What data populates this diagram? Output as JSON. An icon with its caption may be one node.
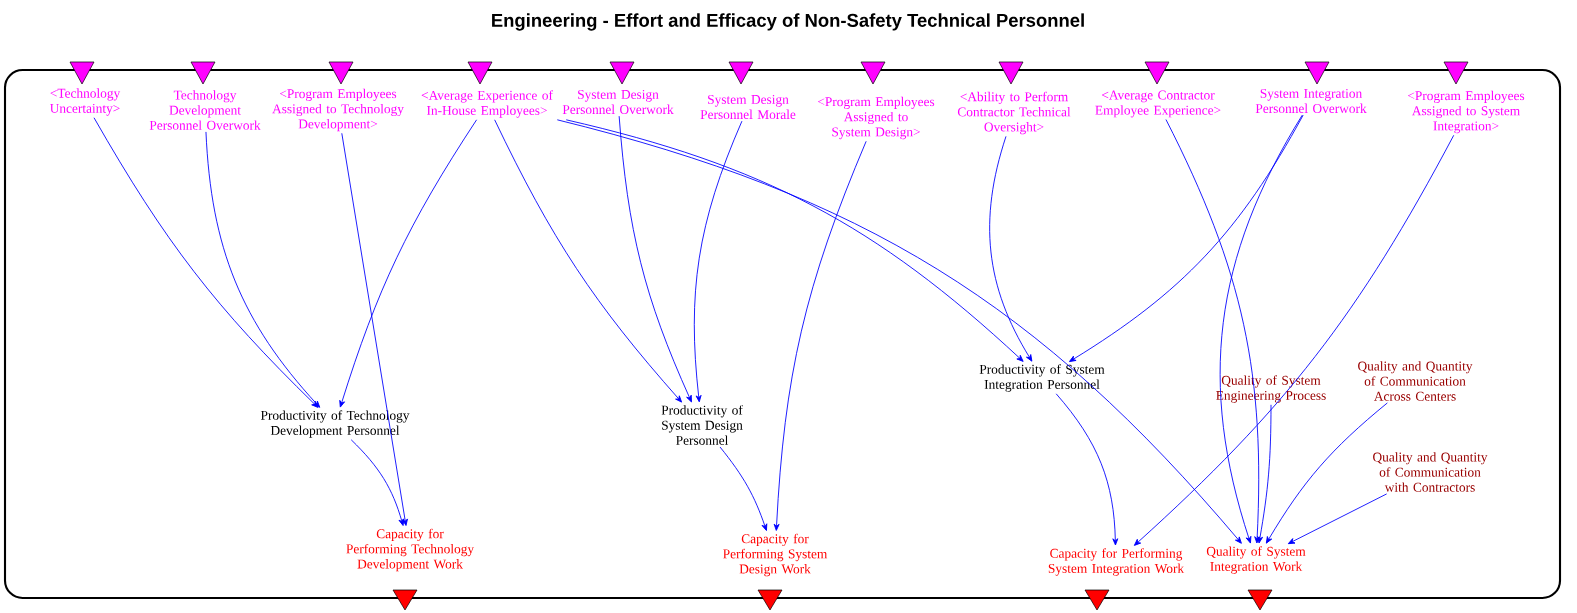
{
  "diagram": {
    "title": "Engineering - Effort and Efficacy of Non-Safety Technical Personnel",
    "nodes": [
      {
        "text": [
          "<Technology Uncertainty>"
        ]
      },
      {
        "text": [
          "Technology Development Personnel Overwork"
        ]
      },
      {
        "text": [
          "<Program Employees Assigned to Technology Development>"
        ]
      },
      {
        "text": [
          "<Average Experience of In-House Employees>"
        ]
      },
      {
        "text": [
          "System Design Personnel Overwork"
        ]
      },
      {
        "text": [
          "System Design Personnel Morale"
        ]
      },
      {
        "text": [
          "<Program Employees Assigned to System Design>"
        ]
      },
      {
        "text": [
          "<Ability to Perform Contractor Technical Oversight>"
        ]
      },
      {
        "text": [
          "<Average Contractor Employee Experience>"
        ]
      },
      {
        "text": [
          "System Integration Personnel Overwork"
        ]
      },
      {
        "text": [
          "<Program Employees Assigned to System Integration>"
        ]
      },
      {
        "text": [
          "Productivity of System Integration Personnel"
        ]
      },
      {
        "text": [
          "Quality of System Engineering Process"
        ]
      },
      {
        "text": [
          "Quality and Quantity of Communication Across Centers"
        ]
      },
      {
        "text": [
          "Productivity of Technology Development Personnel"
        ]
      },
      {
        "text": [
          "Productivity of System Design Personnel"
        ]
      },
      {
        "text": [
          "Quality and Quantity of Communication with Contractors"
        ]
      },
      {
        "text": [
          "Capacity for Performing Technology Development Work"
        ]
      },
      {
        "text": [
          "Capacity for Performing System Design Work"
        ]
      },
      {
        "text": [
          "Capacity for Performing System Integration Work"
        ]
      },
      {
        "text": [
          "Quality of System Integration Work"
        ]
      }
    ],
    "edges": [
      {
        "from": 0,
        "to": 14,
        "arrow": "to"
      },
      {
        "from": 1,
        "to": 14,
        "arrow": "to"
      },
      {
        "from": 3,
        "to": 14,
        "arrow": "to"
      },
      {
        "from": 2,
        "to": 17,
        "arrow": "to"
      },
      {
        "from": 14,
        "to": 17,
        "arrow": "to"
      },
      {
        "from": 3,
        "to": 15,
        "arrow": "to"
      },
      {
        "from": 4,
        "to": 15,
        "arrow": "to"
      },
      {
        "from": 5,
        "to": 15,
        "arrow": "to"
      },
      {
        "from": 15,
        "to": 18,
        "arrow": "to"
      },
      {
        "from": 6,
        "to": 18,
        "arrow": "to"
      },
      {
        "from": 3,
        "to": 11,
        "arrow": "to"
      },
      {
        "from": 7,
        "to": 11,
        "arrow": "to"
      },
      {
        "from": 9,
        "to": 11,
        "arrow": "to"
      },
      {
        "from": 11,
        "to": 19,
        "arrow": "to"
      },
      {
        "from": 10,
        "to": 19,
        "arrow": "to"
      },
      {
        "from": 3,
        "to": 20,
        "arrow": "to"
      },
      {
        "from": 8,
        "to": 20,
        "arrow": "to"
      },
      {
        "from": 9,
        "to": 20,
        "arrow": "to"
      },
      {
        "from": 12,
        "to": 20,
        "arrow": "to"
      },
      {
        "from": 13,
        "to": 20,
        "arrow": "to"
      },
      {
        "from": 16,
        "to": 20,
        "arrow": "to"
      }
    ]
  }
}
